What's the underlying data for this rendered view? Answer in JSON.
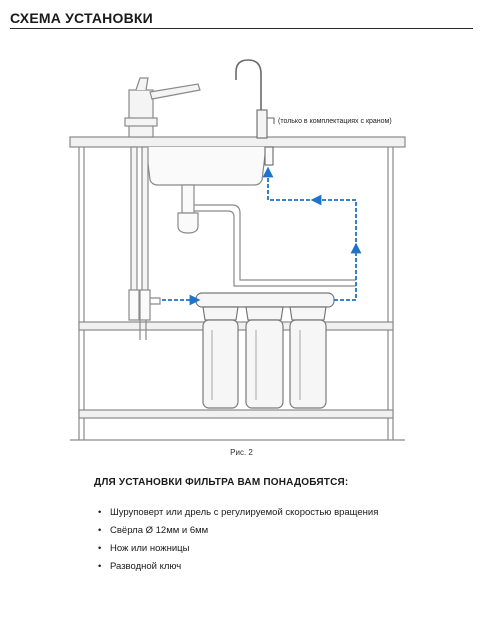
{
  "header": {
    "title": "СХЕМА УСТАНОВКИ"
  },
  "diagram": {
    "faucet_note": "(только в комплектациях с краном)",
    "caption": "Рис. 2",
    "colors": {
      "flow": "#1f73c8",
      "line": "#888888",
      "background": "#ffffff"
    }
  },
  "requirements": {
    "heading": "ДЛЯ УСТАНОВКИ ФИЛЬТРА ВАМ ПОНАДОБЯТСЯ:",
    "bullet": "•",
    "items": [
      "Шуруповерт или дрель с регулируемой скоростью вращения",
      "Свёрла Ø 12мм и 6мм",
      "Нож или ножницы",
      "Разводной ключ"
    ]
  }
}
